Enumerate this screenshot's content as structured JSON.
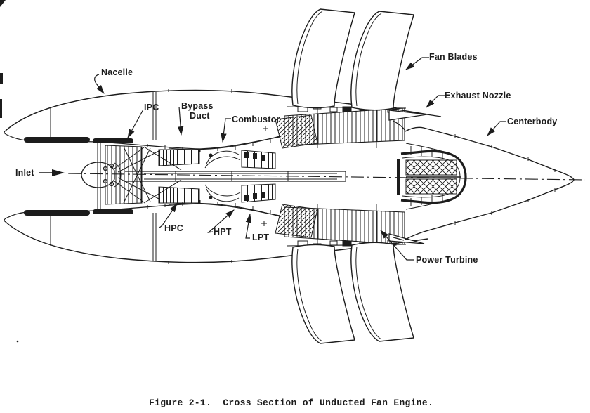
{
  "figure": {
    "caption": "Figure 2-1.  Cross Section of Unducted Fan Engine.",
    "labels": {
      "nacelle": "Nacelle",
      "ipc": "IPC",
      "bypass_duct_line1": "Bypass",
      "bypass_duct_line2": "Duct",
      "combustor": "Combustor",
      "inlet": "Inlet",
      "fan_blades": "Fan Blades",
      "exhaust_nozzle": "Exhaust Nozzle",
      "centerbody": "Centerbody",
      "hpc": "HPC",
      "hpt": "HPT",
      "lpt": "LPT",
      "power_turbine": "Power Turbine"
    },
    "ink_color": "#1c1c1c",
    "background_color": "#ffffff"
  }
}
